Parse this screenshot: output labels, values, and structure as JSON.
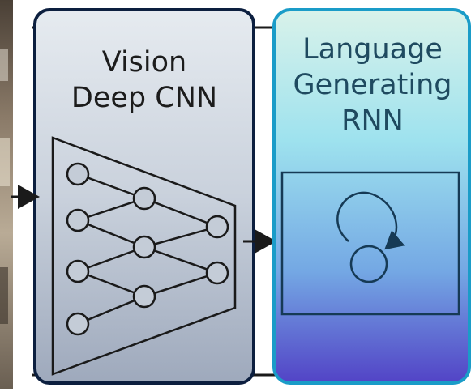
{
  "vision_module": {
    "title_line1": "Vision",
    "title_line2": "Deep CNN"
  },
  "language_module": {
    "title_line1": "Language",
    "title_line2": "Generating",
    "title_line3": "RNN"
  },
  "colors": {
    "outer_frame": "#1a1a1a",
    "vision_border": "#0c1f3f",
    "language_border": "#1a9cc8",
    "language_text": "#1f4a60",
    "photo_strip": "#6d6356"
  }
}
